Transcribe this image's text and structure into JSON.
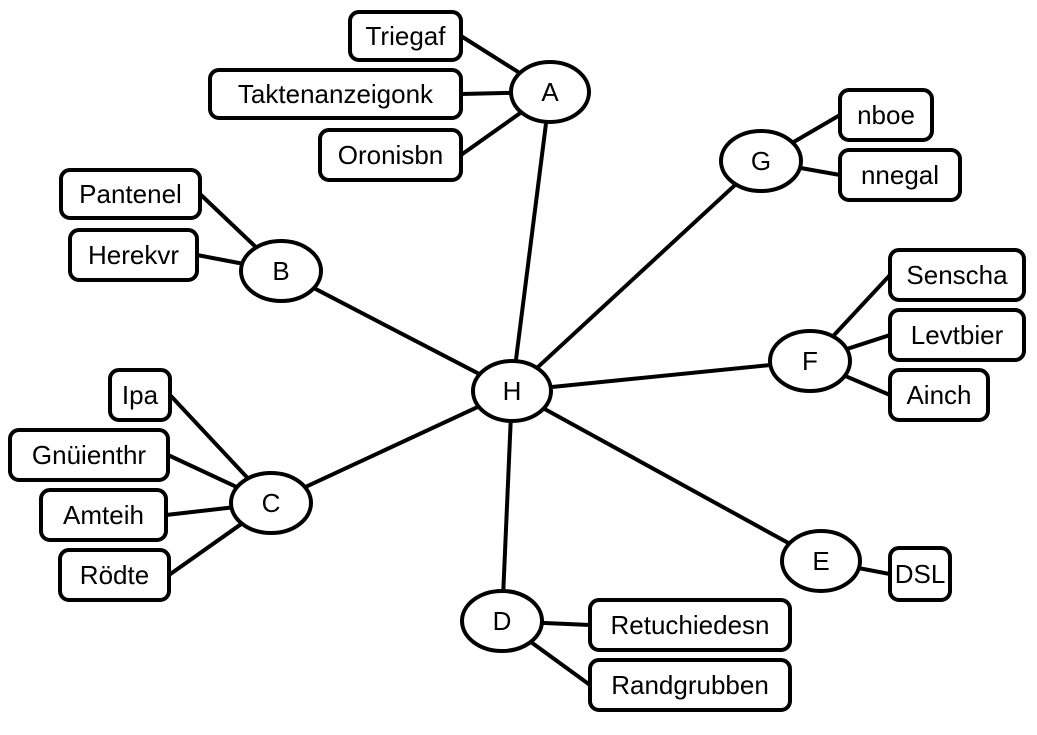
{
  "diagram": {
    "hub": {
      "id": "H",
      "label": "H"
    },
    "nodes": [
      {
        "id": "A",
        "label": "A",
        "leaves": [
          "Triegaf",
          "Taktenanzeigonk",
          "Oronisbn"
        ]
      },
      {
        "id": "B",
        "label": "B",
        "leaves": [
          "Pantenel",
          "Herekvr"
        ]
      },
      {
        "id": "C",
        "label": "C",
        "leaves": [
          "Ipa",
          "Gnüienthr",
          "Amteih",
          "Rödte"
        ]
      },
      {
        "id": "D",
        "label": "D",
        "leaves": [
          "Retuchiedesn",
          "Randgrubben"
        ]
      },
      {
        "id": "E",
        "label": "E",
        "leaves": [
          "DSL"
        ]
      },
      {
        "id": "F",
        "label": "F",
        "leaves": [
          "Senscha",
          "Levtbier",
          "Ainch"
        ]
      },
      {
        "id": "G",
        "label": "G",
        "leaves": [
          "nboe",
          "nnegal"
        ]
      }
    ],
    "colors": {
      "stroke": "#000000",
      "fill": "#ffffff",
      "text": "#000000"
    }
  }
}
